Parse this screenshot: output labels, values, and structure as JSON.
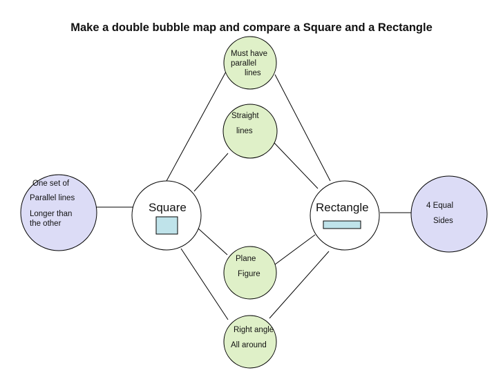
{
  "title": "Make a double bubble map and compare a Square and a Rectangle",
  "colors": {
    "line": "#000000",
    "center_fill": "#ffffff",
    "shared_fill": "#dff0c8",
    "unique_fill": "#dcdcf6",
    "shape_fill": "#bfe3ea"
  },
  "left_center": {
    "label": "Square",
    "icon": "square-shape-icon"
  },
  "right_center": {
    "label": "Rectangle",
    "icon": "rectangle-shape-icon"
  },
  "shared_bubbles": [
    {
      "lines": [
        "Must have",
        "parallel",
        "lines"
      ]
    },
    {
      "lines": [
        "Straight",
        "lines"
      ]
    },
    {
      "lines": [
        "Plane",
        "Figure"
      ]
    },
    {
      "lines": [
        "Right angle",
        "All around"
      ]
    }
  ],
  "left_unique": {
    "lines": [
      "One set of",
      "Parallel lines",
      "Longer than",
      "the other"
    ]
  },
  "right_unique": {
    "lines": [
      "4 Equal",
      "Sides"
    ]
  }
}
